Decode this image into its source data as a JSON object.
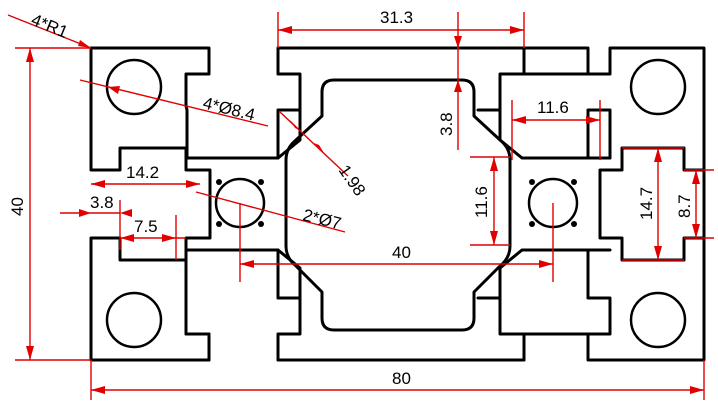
{
  "labels": {
    "fillet_radius": "4*R1",
    "large_hole_dia": "4*Ø8.4",
    "small_hole_dia": "2*Ø7",
    "chamfer": "1.98",
    "top_slot": "31.3",
    "slot_depth": "3.8",
    "right_slot": "11.6",
    "inner_gap": "11.6",
    "left_offset": "14.2",
    "left_small": "3.8",
    "left_slot": "7.5",
    "center_width": "40",
    "right_height": "14.7",
    "right_small": "8.7",
    "overall_height": "40",
    "overall_width": "80"
  },
  "colors": {
    "dimension_line": "#e00000",
    "outline": "#000000",
    "background": "#ffffff"
  }
}
